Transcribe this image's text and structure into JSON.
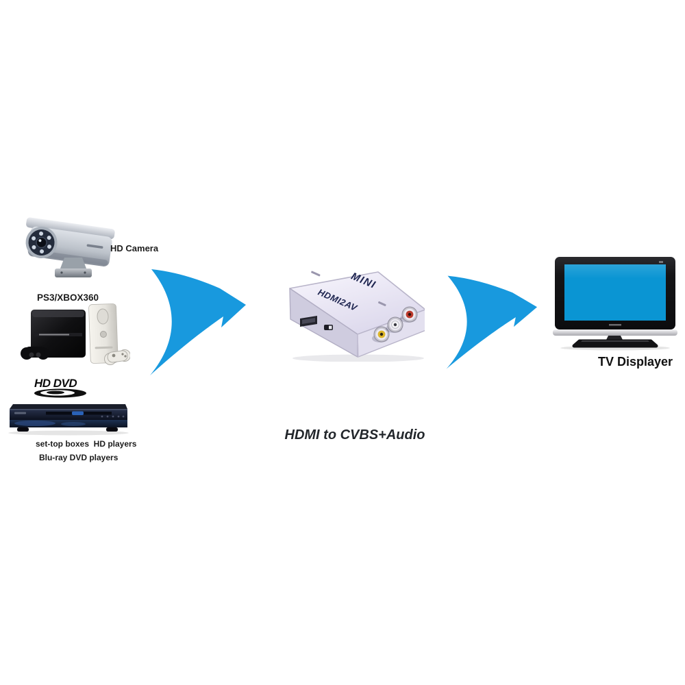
{
  "scene": {
    "title": "HDMI to CVBS+Audio"
  },
  "colors": {
    "arrow_blue": "#1899DE",
    "tv_screen_blue": "#0A95D3",
    "converter_text_navy": "#1E2550"
  },
  "sources": {
    "camera_label": "HD Camera",
    "consoles_label": "PS3/XBOX360",
    "hddvd_logo_text": "HD DVD",
    "players_line1": "set-top boxes  HD players",
    "players_line2": "Blu-ray DVD players"
  },
  "converter": {
    "brand": "MINI",
    "model": "HDMI2AV",
    "ports": {
      "input": "mini-hdmi-input",
      "outputs": [
        "video-out-yellow",
        "audio-out-white",
        "audio-out-red"
      ]
    }
  },
  "output_device": {
    "tv_label": "TV Displayer"
  }
}
